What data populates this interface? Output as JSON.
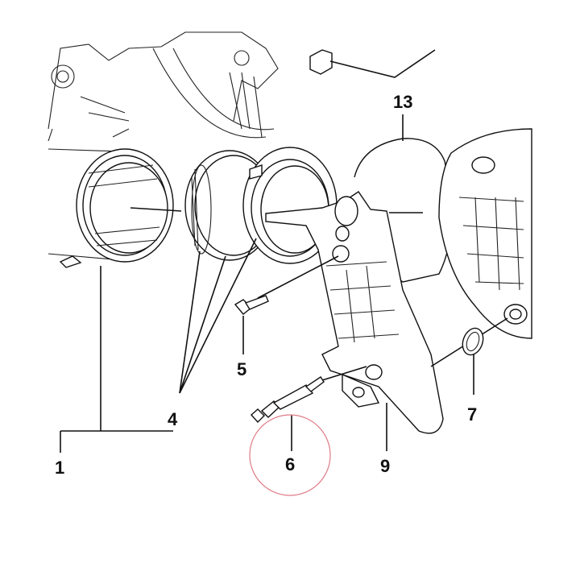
{
  "callouts": {
    "c1": "1",
    "c4": "4",
    "c5": "5",
    "c6": "6",
    "c7": "7",
    "c9": "9",
    "c13": "13"
  },
  "colors": {
    "line": "#111111",
    "highlight_circle": "#e07b86",
    "background": "#ffffff"
  }
}
